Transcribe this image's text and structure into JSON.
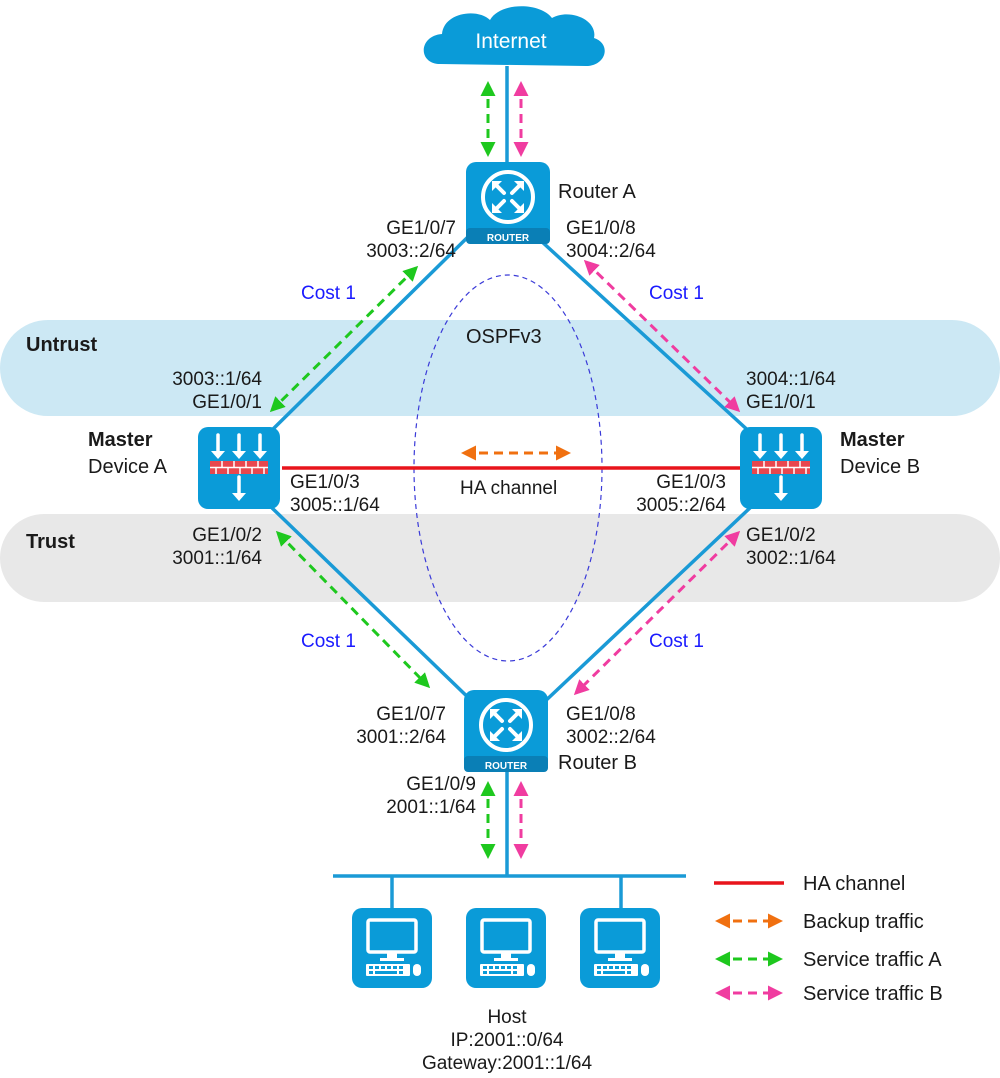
{
  "zones": {
    "untrust": "Untrust",
    "trust": "Trust"
  },
  "internet": "Internet",
  "ospf": "OSPFv3",
  "ha_channel_label": "HA channel",
  "router_a": {
    "name": "Router A",
    "badge": "ROUTER",
    "left_if": "GE1/0/7",
    "left_ip": "3003::2/64",
    "right_if": "GE1/0/8",
    "right_ip": "3004::2/64"
  },
  "router_b": {
    "name": "Router B",
    "badge": "ROUTER",
    "left_if": "GE1/0/7",
    "left_ip": "3001::2/64",
    "right_if": "GE1/0/8",
    "right_ip": "3002::2/64",
    "down_if": "GE1/0/9",
    "down_ip": "2001::1/64"
  },
  "device_a": {
    "role": "Master",
    "name": "Device A",
    "up_ip": "3003::1/64",
    "up_if": "GE1/0/1",
    "ha_if": "GE1/0/3",
    "ha_ip": "3005::1/64",
    "down_if": "GE1/0/2",
    "down_ip": "3001::1/64"
  },
  "device_b": {
    "role": "Master",
    "name": "Device B",
    "up_ip": "3004::1/64",
    "up_if": "GE1/0/1",
    "ha_if": "GE1/0/3",
    "ha_ip": "3005::2/64",
    "down_if": "GE1/0/2",
    "down_ip": "3002::1/64"
  },
  "costs": {
    "upper_left": "Cost 1",
    "upper_right": "Cost 1",
    "lower_left": "Cost 1",
    "lower_right": "Cost 1"
  },
  "host": {
    "name": "Host",
    "ip": "IP:2001::0/64",
    "gateway": "Gateway:2001::1/64"
  },
  "legend": [
    {
      "label": "HA channel",
      "style": "solid",
      "color": "#e8141c"
    },
    {
      "label": "Backup traffic",
      "style": "dashed-arrow",
      "color": "#f07010"
    },
    {
      "label": "Service traffic A",
      "style": "dashed-arrow",
      "color": "#1ec81e"
    },
    {
      "label": "Service traffic B",
      "style": "dashed-arrow",
      "color": "#f03ca0"
    }
  ],
  "colors": {
    "device_blue": "#0a9bd8",
    "link_blue": "#1a9ad6",
    "ha_red": "#e8141c",
    "backup_orange": "#f07010",
    "service_a_green": "#1ec81e",
    "service_b_pink": "#f03ca0",
    "untrust_band": "#cce8f4",
    "trust_band": "#e8e8e8",
    "cost_text": "#1a1aff"
  }
}
